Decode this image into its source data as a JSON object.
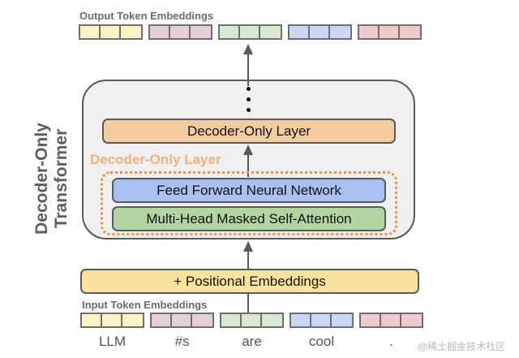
{
  "output_label": "Output Token Embeddings",
  "input_label": "Input Token Embeddings",
  "side_title": {
    "line1": "Decoder-Only",
    "line2": "Transformer"
  },
  "stacked_layer_label": "Decoder-Only Layer",
  "expanded_layer_title": "Decoder-Only Layer",
  "ffnn_label": "Feed Forward Neural Network",
  "attention_label": "Multi-Head Masked Self-Attention",
  "positional_label": "+ Positional Embeddings",
  "tokens": [
    {
      "word": "LLM",
      "color": "#fdf3c4"
    },
    {
      "word": "#s",
      "color": "#e6cfdc"
    },
    {
      "word": "are",
      "color": "#d9e8d2"
    },
    {
      "word": "cool",
      "color": "#c9d8f5"
    },
    {
      "word": ".",
      "color": "#f2c9cc"
    }
  ],
  "colors": {
    "decoder_layer": "#f3cd9f",
    "ffnn": "#a9c1f2",
    "attention": "#b3d5a2",
    "positional": "#fbe39d",
    "container_bg": "#f0f0f0",
    "orange_text": "#f0b27a",
    "dotted_border": "#e7954c"
  },
  "watermark": "@稀土掘金技术社区"
}
